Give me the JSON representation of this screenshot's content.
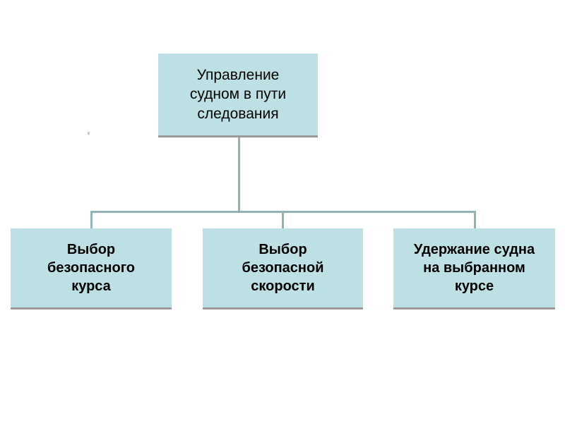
{
  "diagram": {
    "type": "hierarchy",
    "orientation": "top-down",
    "levels": 2,
    "colors": {
      "node_fill": "#bde0e4",
      "node_shadow": "#9a9a9a",
      "connector": "#93b2b6",
      "text": "#000000",
      "background": "#ffffff"
    },
    "root": {
      "id": "root",
      "label": "Управление судном в пути следования",
      "lines": [
        "Управление",
        "судном в пути",
        "следования"
      ],
      "bold": false
    },
    "children": [
      {
        "id": "child-0",
        "label": "Выбор безопасного курса",
        "lines": [
          "Выбор",
          "безопасного",
          "курса"
        ],
        "bold": true
      },
      {
        "id": "child-1",
        "label": "Выбор безопасной скорости",
        "lines": [
          "Выбор",
          "безопасной",
          "скорости"
        ],
        "bold": true
      },
      {
        "id": "child-2",
        "label": "Удержание судна на выбранном курсе",
        "lines": [
          "Удержание судна",
          "на выбранном",
          "курсе"
        ],
        "bold": true
      }
    ],
    "connectors": [
      {
        "id": "trunk-vertical",
        "orientation": "vertical"
      },
      {
        "id": "distribution-bar",
        "orientation": "horizontal"
      },
      {
        "id": "drop-left",
        "orientation": "vertical"
      },
      {
        "id": "drop-middle",
        "orientation": "vertical"
      },
      {
        "id": "drop-right",
        "orientation": "vertical"
      }
    ]
  }
}
